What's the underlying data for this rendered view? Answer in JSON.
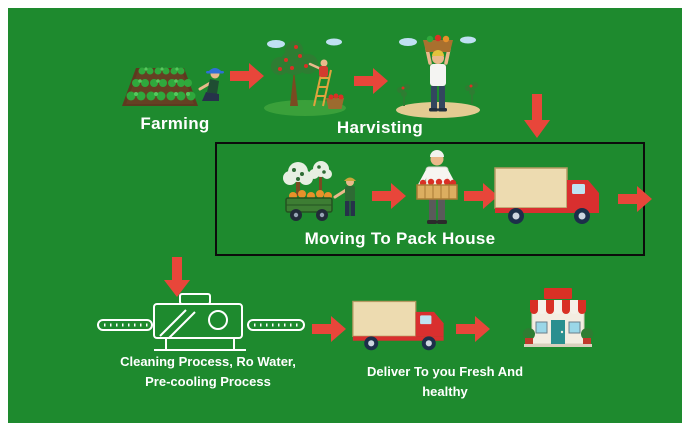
{
  "labels": {
    "farming": "Farming",
    "harvesting": "Harvisting",
    "pack_house": "Moving To Pack House",
    "cleaning_line1": "Cleaning Process, Ro Water,",
    "cleaning_line2": "Pre-cooling Process",
    "delivery_line1": "Deliver To you Fresh And",
    "delivery_line2": "healthy"
  },
  "colors": {
    "background_green": "#1e8a2e",
    "frame_white": "#ffffff",
    "arrow_red": "#e8463a",
    "outline_black": "#0c0c0c",
    "text_white": "#ffffff",
    "truck_box_cream": "#eddbb0",
    "truck_cab_red": "#d92f2f"
  },
  "icons": {
    "farming_field": "farming-field-illustration",
    "harvesting_tree": "harvesting-tree-illustration",
    "carrying_harvest": "carrying-harvest-illustration",
    "pack_house_cart": "pack-house-cart-illustration",
    "crate_worker": "produce-crate-worker-illustration",
    "cargo_truck": "cargo-truck-illustration",
    "cleaning_machine": "cleaning-machine-illustration",
    "delivery_truck": "delivery-truck-illustration",
    "storefront": "storefront-illustration",
    "arrow_right": "arrow-right-icon",
    "arrow_down": "arrow-down-icon"
  }
}
